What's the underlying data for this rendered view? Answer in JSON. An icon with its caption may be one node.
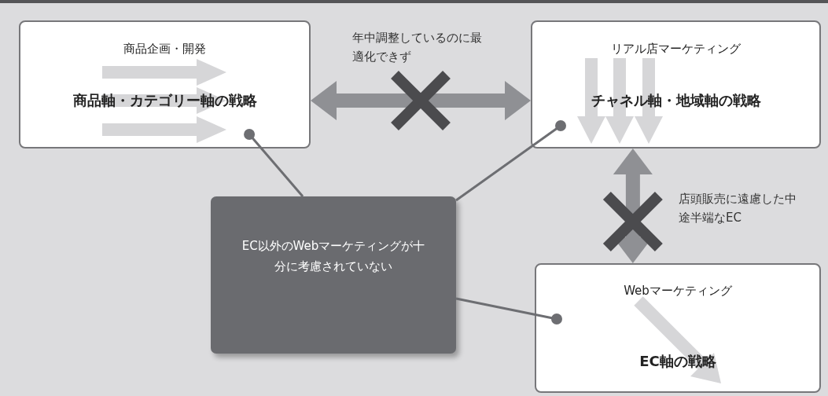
{
  "diagram": {
    "nodes": [
      {
        "text": [
          "商品企画・開発",
          "商品軸・カテゴリー軸の戦略"
        ]
      },
      {
        "text": [
          "リアル店マーケティング",
          "チャネル軸・地域軸の戦略"
        ]
      },
      {
        "text": [
          "EC以外のWebマーケティングが十分に考慮されていない"
        ]
      },
      {
        "text": [
          "Webマーケティング",
          "EC軸の戦略"
        ]
      }
    ],
    "edges": [
      {
        "from": 0,
        "to": 1,
        "arrow": "both",
        "style": "thick",
        "label": "年中調整しているのに最適化できず"
      },
      {
        "from": 1,
        "to": 3,
        "arrow": "both",
        "style": "thick",
        "label": "店頭販売に遠慮した中途半端なEC"
      },
      {
        "from": 2,
        "to": 0,
        "arrow": "other",
        "color": "#6d6e72"
      },
      {
        "from": 2,
        "to": 1,
        "arrow": "other",
        "color": "#6d6e72"
      },
      {
        "from": 2,
        "to": 3,
        "arrow": "other",
        "color": "#6d6e72"
      }
    ]
  }
}
